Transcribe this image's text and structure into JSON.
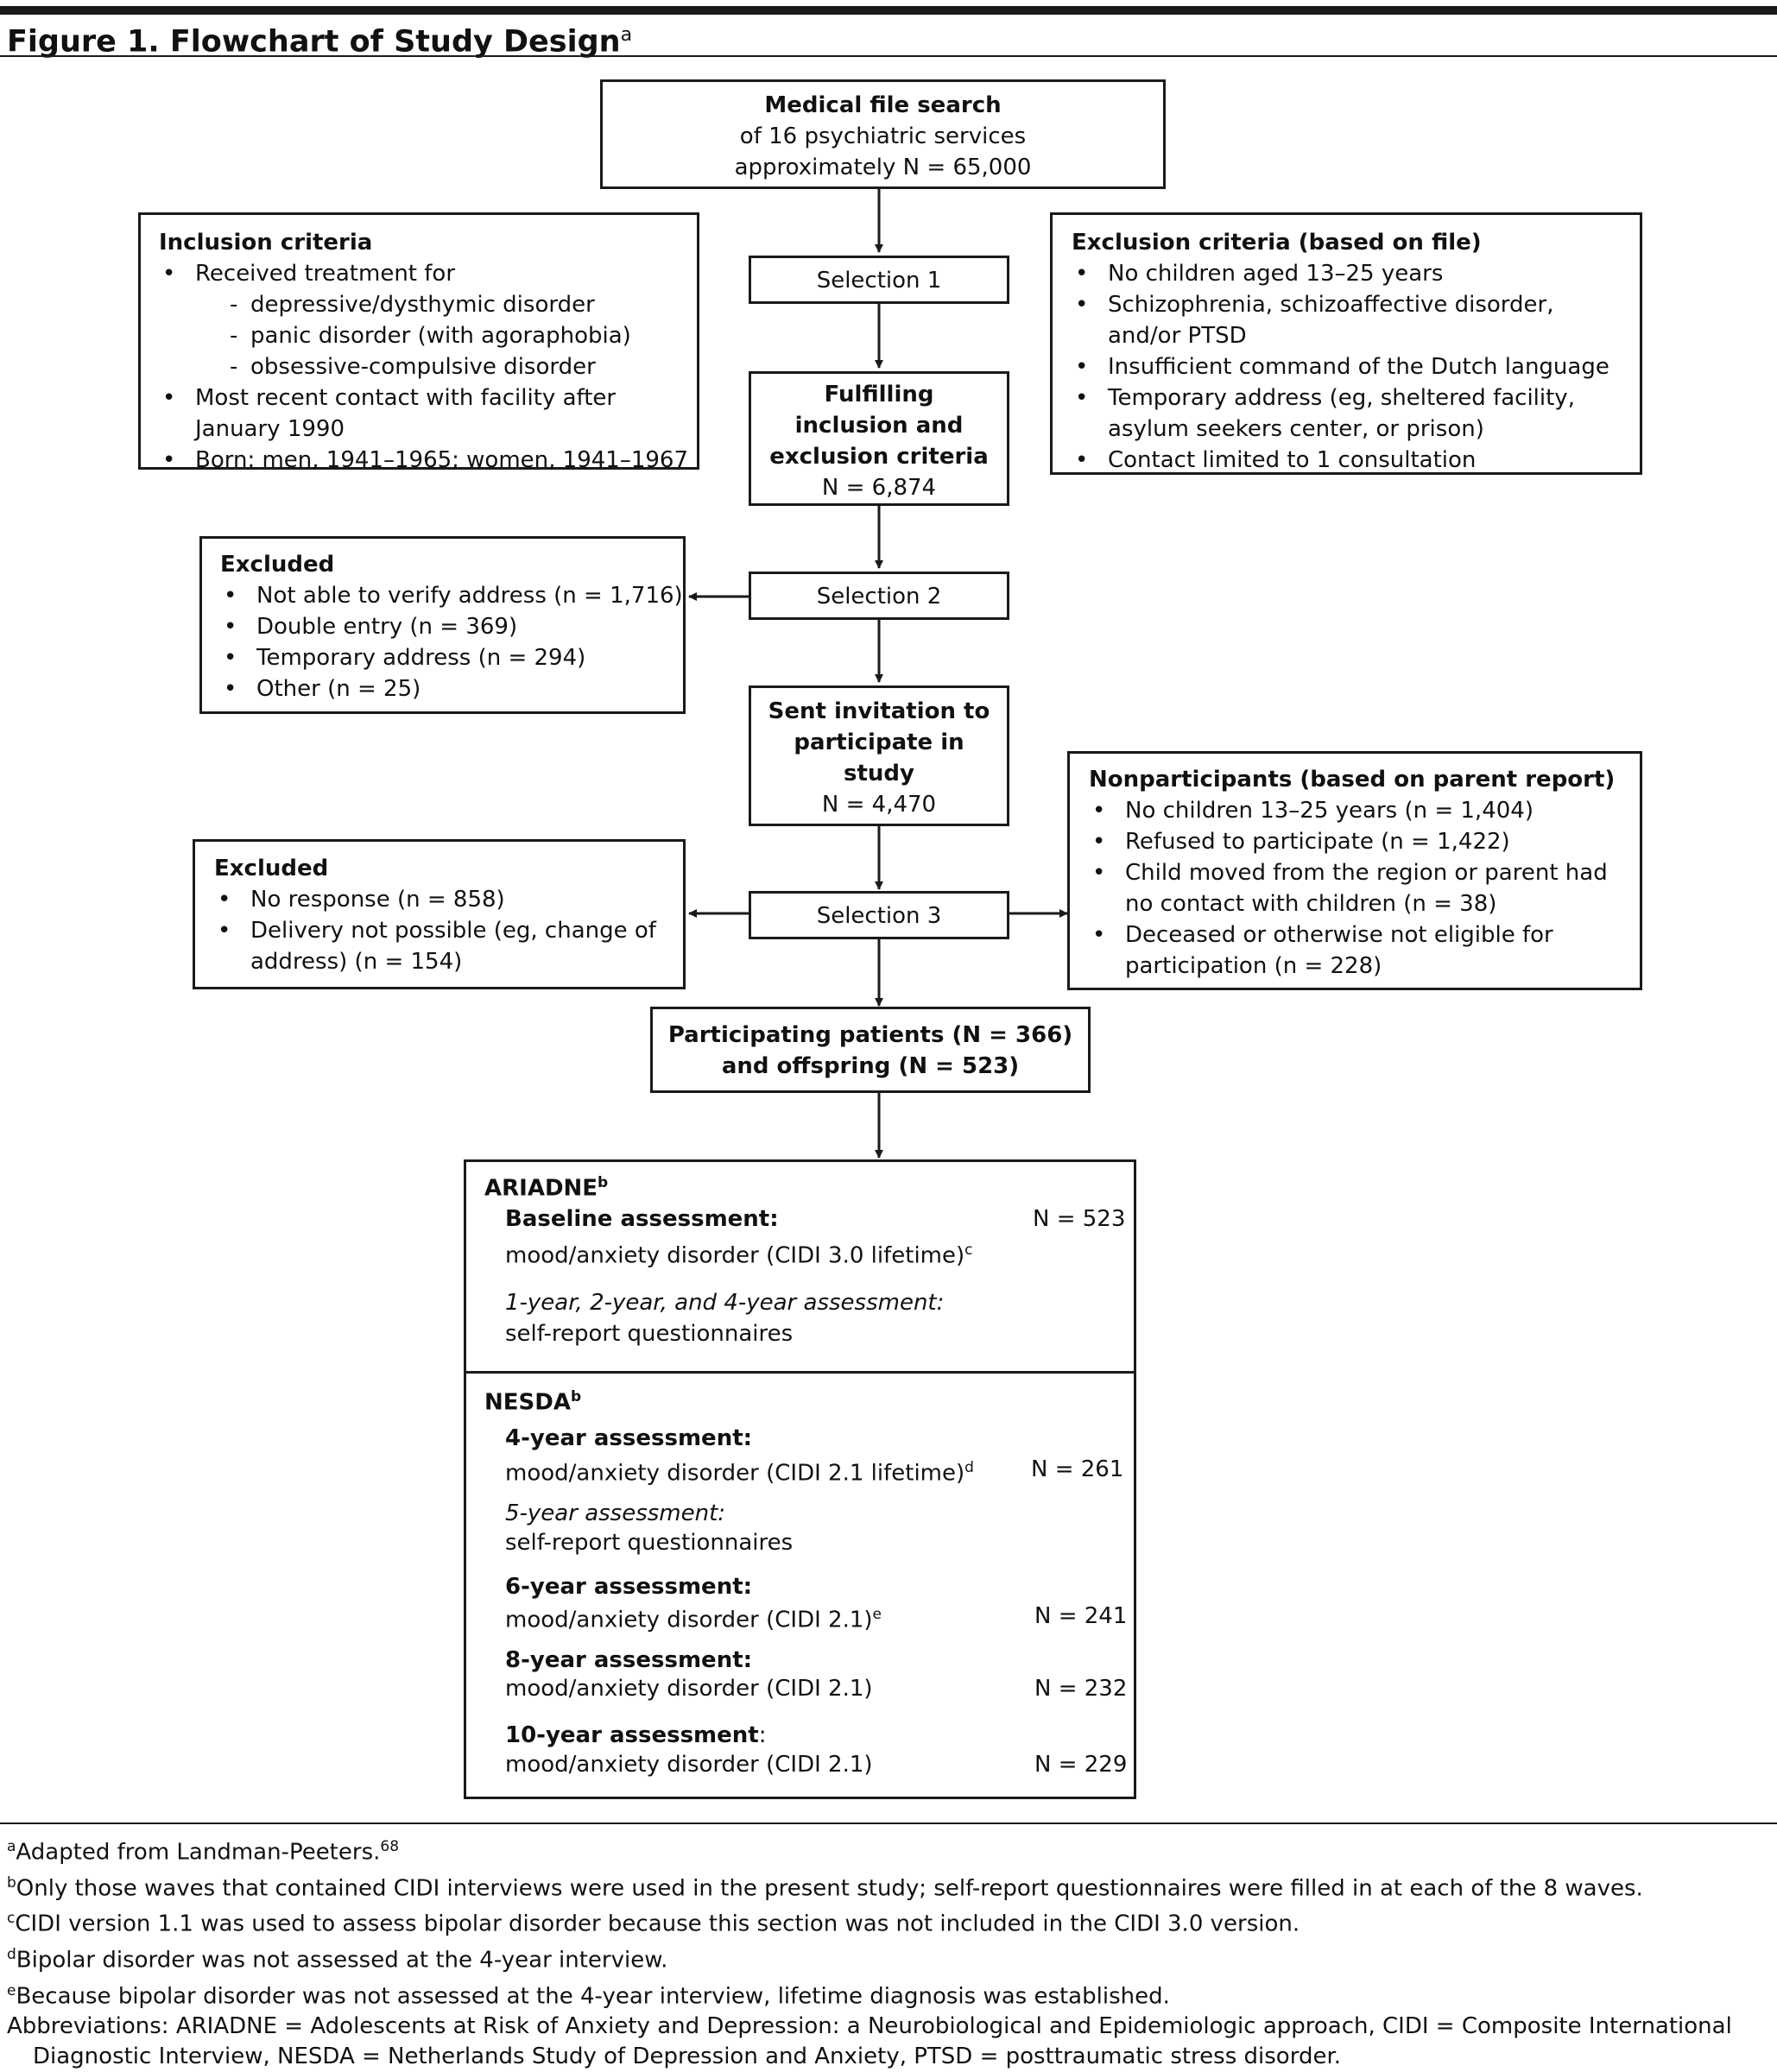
{
  "figure": {
    "title": "Figure 1. Flowchart of Study Design",
    "title_sup": "a"
  },
  "top_box": {
    "title": "Medical file search",
    "line1": "of 16 psychiatric services",
    "line2": "approximately N = 65,000"
  },
  "inclusion": {
    "title": "Inclusion criteria",
    "item1": "Received treatment for",
    "subitems": [
      "depressive/dysthymic disorder",
      "panic disorder (with agoraphobia)",
      "obsessive-compulsive disorder"
    ],
    "item2a": "Most recent contact with facility after",
    "item2b": "January 1990",
    "item3": "Born: men, 1941–1965; women, 1941–1967"
  },
  "exclusion": {
    "title": "Exclusion criteria (based on file)",
    "item1": "No children aged 13–25 years",
    "item2a": "Schizophrenia, schizoaffective disorder,",
    "item2b": "and/or PTSD",
    "item3": "Insufficient command of the Dutch language",
    "item4a": "Temporary address (eg, sheltered facility,",
    "item4b": "asylum seekers center, or  prison)",
    "item5": "Contact limited to 1 consultation"
  },
  "selection1": "Selection 1",
  "fulfilling": {
    "line1": "Fulfilling",
    "line2": "inclusion and",
    "line3": "exclusion criteria",
    "n": "N = 6,874"
  },
  "excluded1": {
    "title": "Excluded",
    "items": [
      "Not able to verify address (n = 1,716)",
      "Double entry (n = 369)",
      "Temporary address (n = 294)",
      "Other (n = 25)"
    ]
  },
  "selection2": "Selection 2",
  "invitation": {
    "line1": "Sent invitation to",
    "line2": "participate in",
    "line3": "study",
    "n": "N = 4,470"
  },
  "nonparticipants": {
    "title": "Nonparticipants (based on parent report)",
    "item1": "No children 13–25 years (n = 1,404)",
    "item2": "Refused to participate (n = 1,422)",
    "item3a": "Child moved from the region or parent had",
    "item3b": "no contact with children (n = 38)",
    "item4a": "Deceased or otherwise not eligible for",
    "item4b": "participation (n = 228)"
  },
  "excluded2": {
    "title": "Excluded",
    "item1": "No response (n = 858)",
    "item2a": "Delivery not possible (eg, change of",
    "item2b": "address) (n = 154)"
  },
  "selection3": "Selection 3",
  "participating": {
    "line1": "Participating patients (N = 366)",
    "line2": "and offspring (N = 523)"
  },
  "ariadne": {
    "title": "ARIADNE",
    "sup": "b",
    "baseline_title": "Baseline assessment:",
    "baseline_text": "mood/anxiety disorder (CIDI 3.0 lifetime)",
    "baseline_sup": "c",
    "baseline_n": "N = 523",
    "followup_title": "1-year, 2-year, and 4-year assessment:",
    "followup_text": "self-report questionnaires"
  },
  "nesda": {
    "title": "NESDA",
    "sup": "b",
    "y4_title": "4-year assessment:",
    "y4_text": "mood/anxiety disorder (CIDI 2.1 lifetime)",
    "y4_sup": "d",
    "y4_n": "N = 261",
    "y5_title": "5-year assessment:",
    "y5_text": "self-report questionnaires",
    "y6_title": "6-year assessment:",
    "y6_text": "mood/anxiety disorder (CIDI 2.1)",
    "y6_sup": "e",
    "y6_n": "N = 241",
    "y8_title": "8-year assessment:",
    "y8_text": "mood/anxiety disorder (CIDI 2.1)",
    "y8_n": "N = 232",
    "y10_title": "10-year assessment",
    "y10_colon": ":",
    "y10_text": "mood/anxiety disorder (CIDI 2.1)",
    "y10_n": "N = 229"
  },
  "footnotes": {
    "a_sup": "a",
    "a_text": "Adapted from Landman-Peeters.",
    "a_ref": "68",
    "b_sup": "b",
    "b_text": "Only those waves that contained CIDI interviews were used in the present study; self-report questionnaires were filled in at each of the 8 waves.",
    "c_sup": "c",
    "c_text": "CIDI version 1.1 was used to assess bipolar disorder because this section was not included in the CIDI 3.0 version.",
    "d_sup": "d",
    "d_text": "Bipolar disorder was not assessed at the 4-year interview.",
    "e_sup": "e",
    "e_text": "Because bipolar disorder was not assessed at the 4-year interview, lifetime diagnosis was established.",
    "abbrev1": "Abbreviations: ARIADNE = Adolescents at Risk of Anxiety and Depression: a Neurobiological and Epidemiologic approach, CIDI = Composite International",
    "abbrev2": "Diagnostic Interview, NESDA = Netherlands Study of Depression and Anxiety, PTSD = posttraumatic stress disorder."
  }
}
